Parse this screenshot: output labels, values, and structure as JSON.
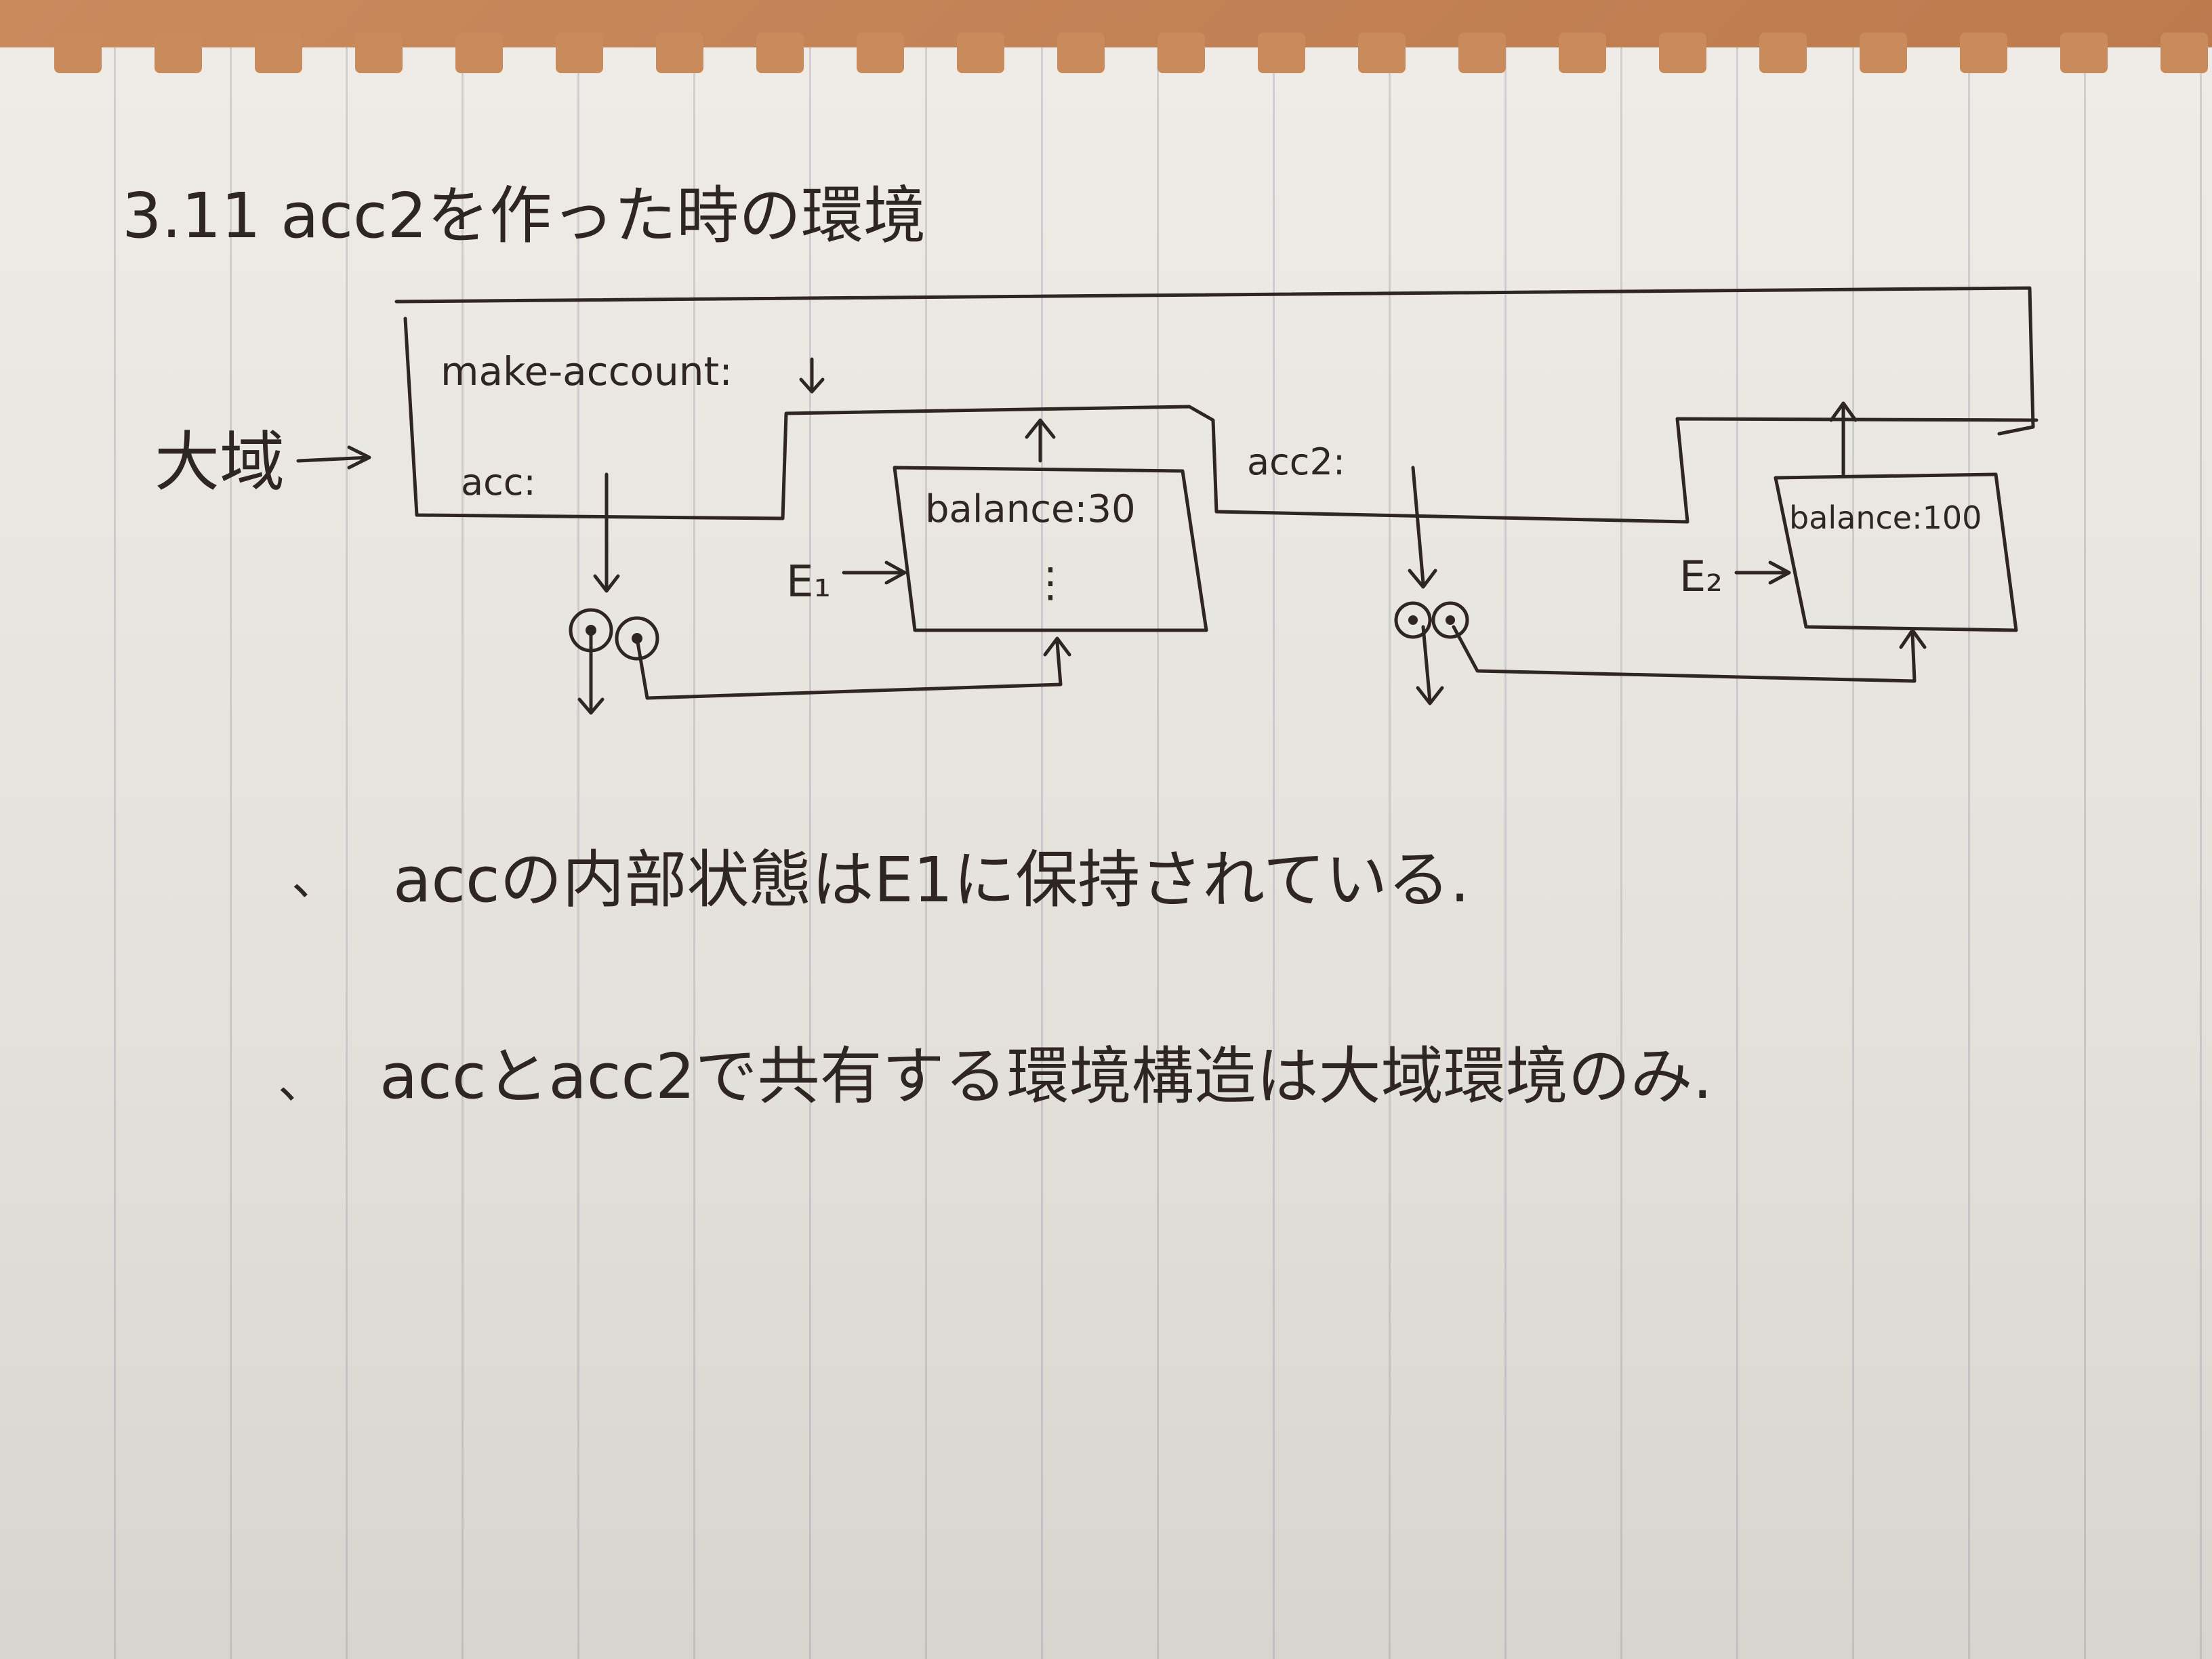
{
  "heading": "3.11 acc2を作った時の環境",
  "global_env_label": "大域",
  "frame_global": {
    "binding_make_account": "make-account:",
    "binding_acc": "acc:",
    "binding_acc2": "acc2:"
  },
  "frame_e1": {
    "name": "E₁",
    "binding": "balance:30",
    "ellipsis": "⋮"
  },
  "frame_e2": {
    "name": "E₂",
    "binding": "balance:100"
  },
  "notes": [
    {
      "bullet": "、",
      "text": "accの内部状態はE1に保持されている."
    },
    {
      "bullet": "、",
      "text": "accとacc2で共有する環境構造は大域環境のみ."
    }
  ],
  "colors": {
    "ink": "#2f2624",
    "paper": "#ebe8e2",
    "desk": "#c07b4f",
    "rule": "#9a9aa8"
  }
}
